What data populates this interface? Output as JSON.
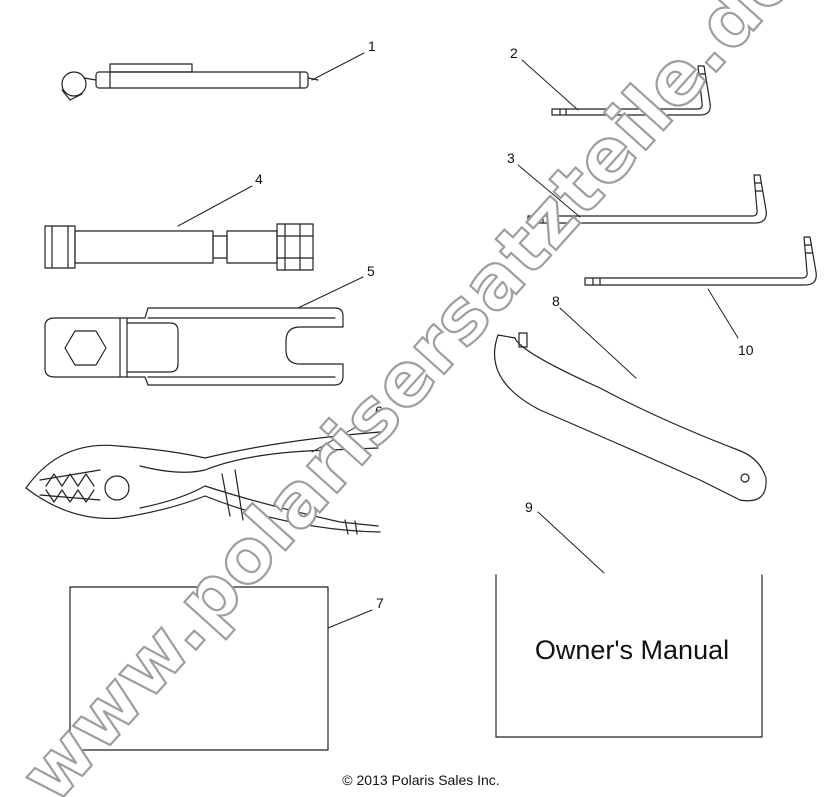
{
  "callouts": [
    "1",
    "2",
    "3",
    "4",
    "5",
    "6",
    "7",
    "8",
    "9",
    "10"
  ],
  "manual": {
    "title": "Owner's Manual"
  },
  "footer": {
    "copyright": "© 2013 Polaris Sales Inc."
  },
  "watermark": {
    "text": "www.polarisersatzteile.de"
  },
  "icons": [
    "spark-plug-tool-icon",
    "hex-key-icon",
    "socket-wrench-icon",
    "open-end-wrench-icon",
    "pliers-icon",
    "document-icon",
    "spanner-wrench-icon",
    "owners-manual-icon"
  ]
}
